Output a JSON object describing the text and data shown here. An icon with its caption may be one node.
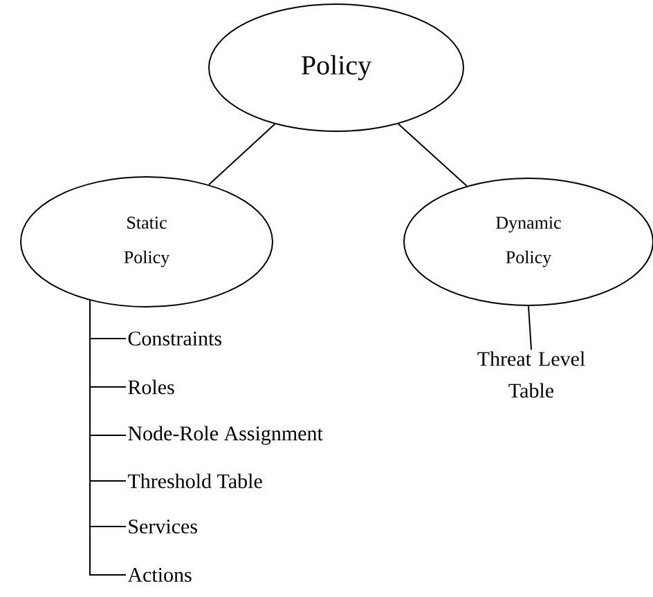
{
  "diagram": {
    "nodes": [
      {
        "text": [
          "Policy"
        ]
      },
      {
        "text": [
          "Static Policy"
        ]
      },
      {
        "text": [
          "Dynamic Policy"
        ]
      },
      {
        "text": [
          "Constraints"
        ]
      },
      {
        "text": [
          "Roles"
        ]
      },
      {
        "text": [
          "Node-Role Assignment"
        ]
      },
      {
        "text": [
          "Threshold Table"
        ]
      },
      {
        "text": [
          "Services"
        ]
      },
      {
        "text": [
          "Actions"
        ]
      },
      {
        "text": [
          "Threat Level Table"
        ]
      }
    ],
    "edges": [
      {
        "from": 0,
        "to": 1,
        "arrow": "none"
      },
      {
        "from": 0,
        "to": 2,
        "arrow": "none"
      },
      {
        "from": 1,
        "to": 3,
        "arrow": "none"
      },
      {
        "from": 1,
        "to": 4,
        "arrow": "none"
      },
      {
        "from": 1,
        "to": 5,
        "arrow": "none"
      },
      {
        "from": 1,
        "to": 6,
        "arrow": "none"
      },
      {
        "from": 1,
        "to": 7,
        "arrow": "none"
      },
      {
        "from": 1,
        "to": 8,
        "arrow": "none"
      },
      {
        "from": 2,
        "to": 9,
        "arrow": "none"
      }
    ]
  }
}
